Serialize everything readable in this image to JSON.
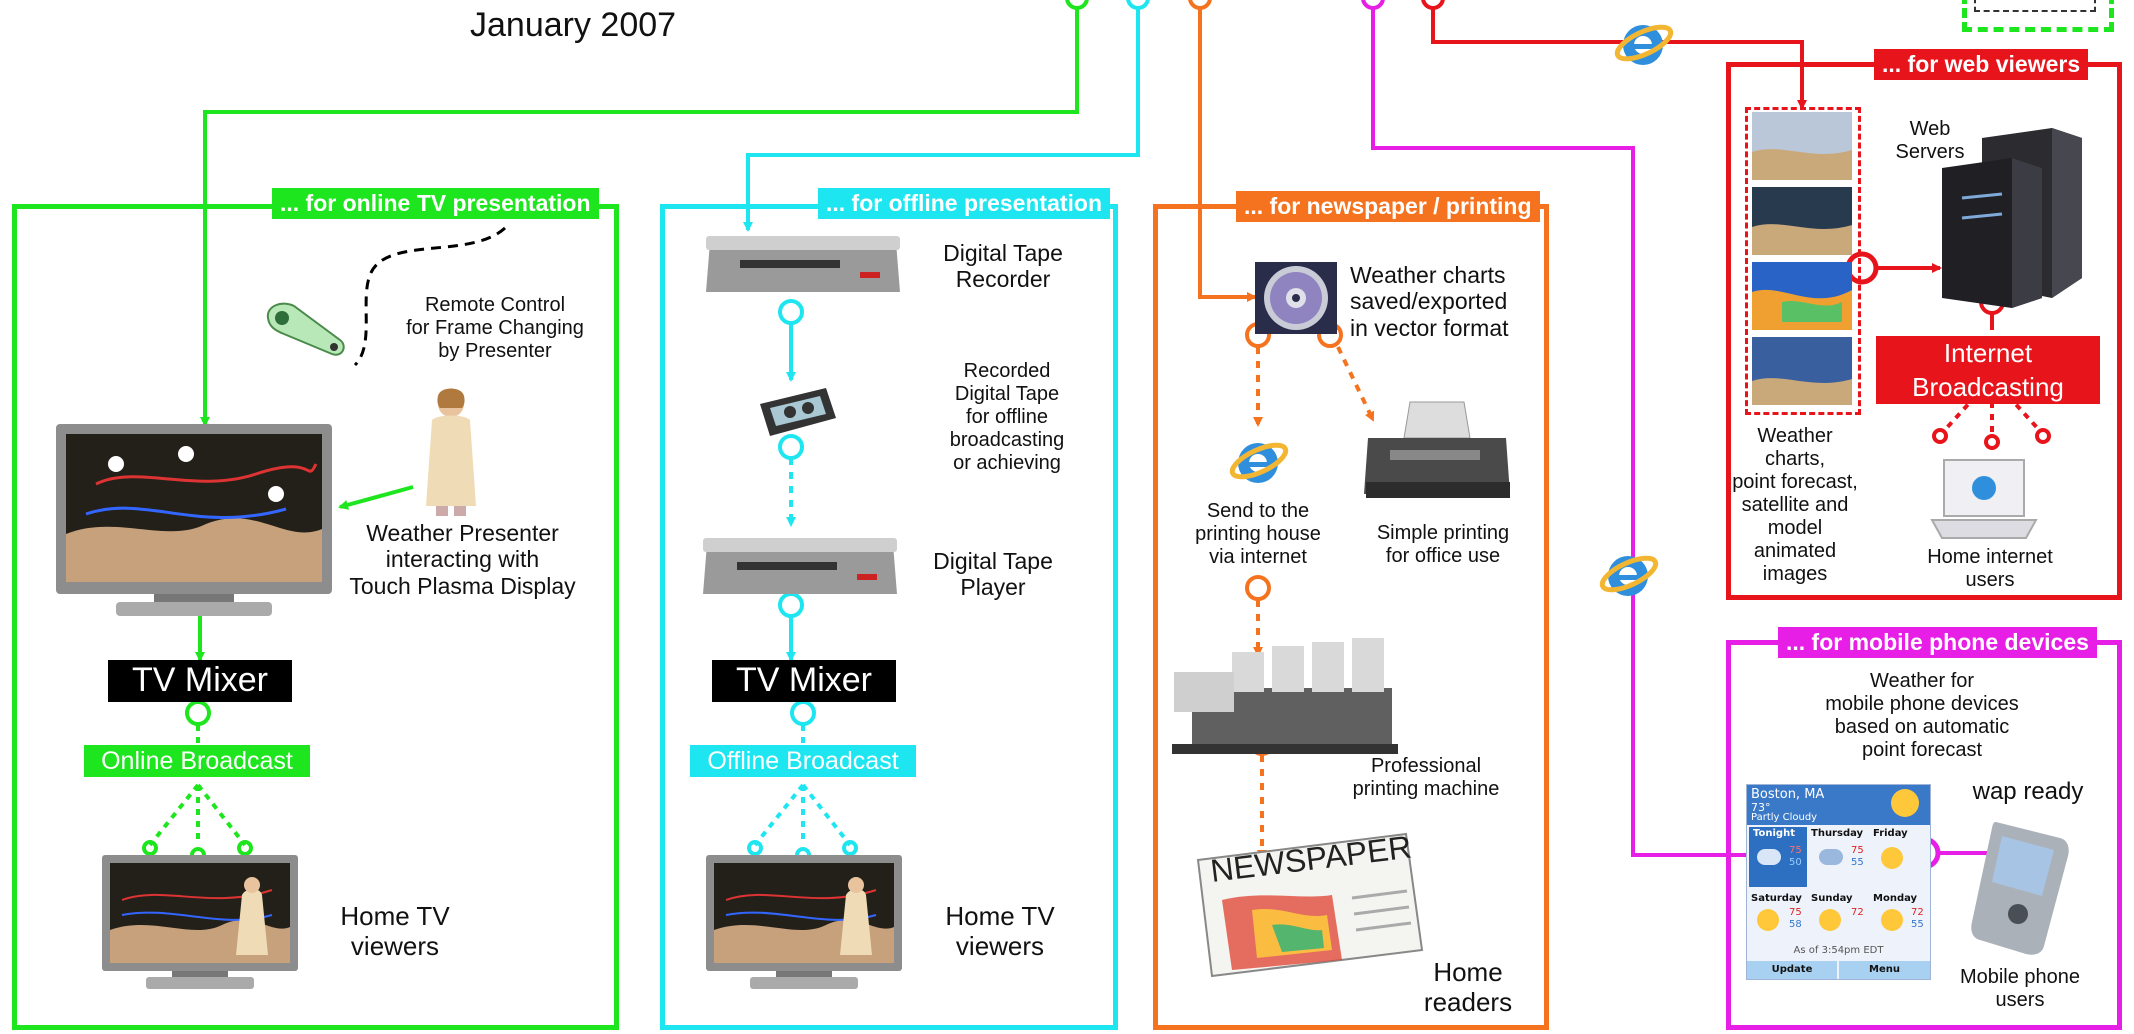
{
  "header": {
    "date": "January 2007"
  },
  "colors": {
    "online": "#1ee61e",
    "offline": "#1ee6f0",
    "newspaper": "#f5731e",
    "web": "#e8141b",
    "mobile": "#e61ee6"
  },
  "panels": {
    "online": {
      "title": "... for online TV  presentation",
      "remote_label": "Remote Control\nfor Frame Changing\nby Presenter",
      "presenter_label": "Weather Presenter\ninteracting with\nTouch Plasma Display",
      "mixer": "TV Mixer",
      "broadcast": "Online Broadcast",
      "viewers": "Home TV\nviewers"
    },
    "offline": {
      "title": "... for offline presentation",
      "recorder": "Digital Tape\nRecorder",
      "tape": "Recorded\nDigital Tape\nfor offline\nbroadcasting\nor achieving",
      "player": "Digital Tape\nPlayer",
      "mixer": "TV Mixer",
      "broadcast": "Offline Broadcast",
      "viewers": "Home TV\nviewers"
    },
    "newspaper": {
      "title": "... for newspaper / printing",
      "charts": "Weather charts\nsaved/exported\nin vector format",
      "send": "Send to the\nprinting house\nvia internet",
      "simple": "Simple printing\nfor office use",
      "pro": "Professional\nprinting machine",
      "paper_word": "NEWSPAPER",
      "readers": "Home\nreaders"
    },
    "web": {
      "title": "... for web viewers",
      "servers": "Web\nServers",
      "broadcast": "Internet Broadcasting",
      "images": "Weather\ncharts,\npoint forecast,\nsatellite and\nmodel\nanimated\nimages",
      "users": "Home internet\nusers"
    },
    "mobile": {
      "title": "... for mobile phone devices",
      "desc": "Weather for\nmobile phone  devices\nbased on automatic\npoint forecast",
      "wap": "wap ready",
      "users": "Mobile phone\nusers",
      "phone_screen": {
        "city": "Boston, MA",
        "temp": "73°",
        "cond": "Partly Cloudy",
        "days": [
          {
            "day": "Tonight",
            "hi": "75",
            "lo": "50"
          },
          {
            "day": "Thursday",
            "hi": "75",
            "lo": "55"
          },
          {
            "day": "Friday",
            "hi": "",
            "lo": ""
          },
          {
            "day": "Saturday",
            "hi": "75",
            "lo": "58"
          },
          {
            "day": "Sunday",
            "hi": "72",
            "lo": ""
          },
          {
            "day": "Monday",
            "hi": "72",
            "lo": "55"
          }
        ],
        "asof": "As of 3:54pm EDT",
        "update": "Update",
        "menu": "Menu"
      }
    }
  }
}
